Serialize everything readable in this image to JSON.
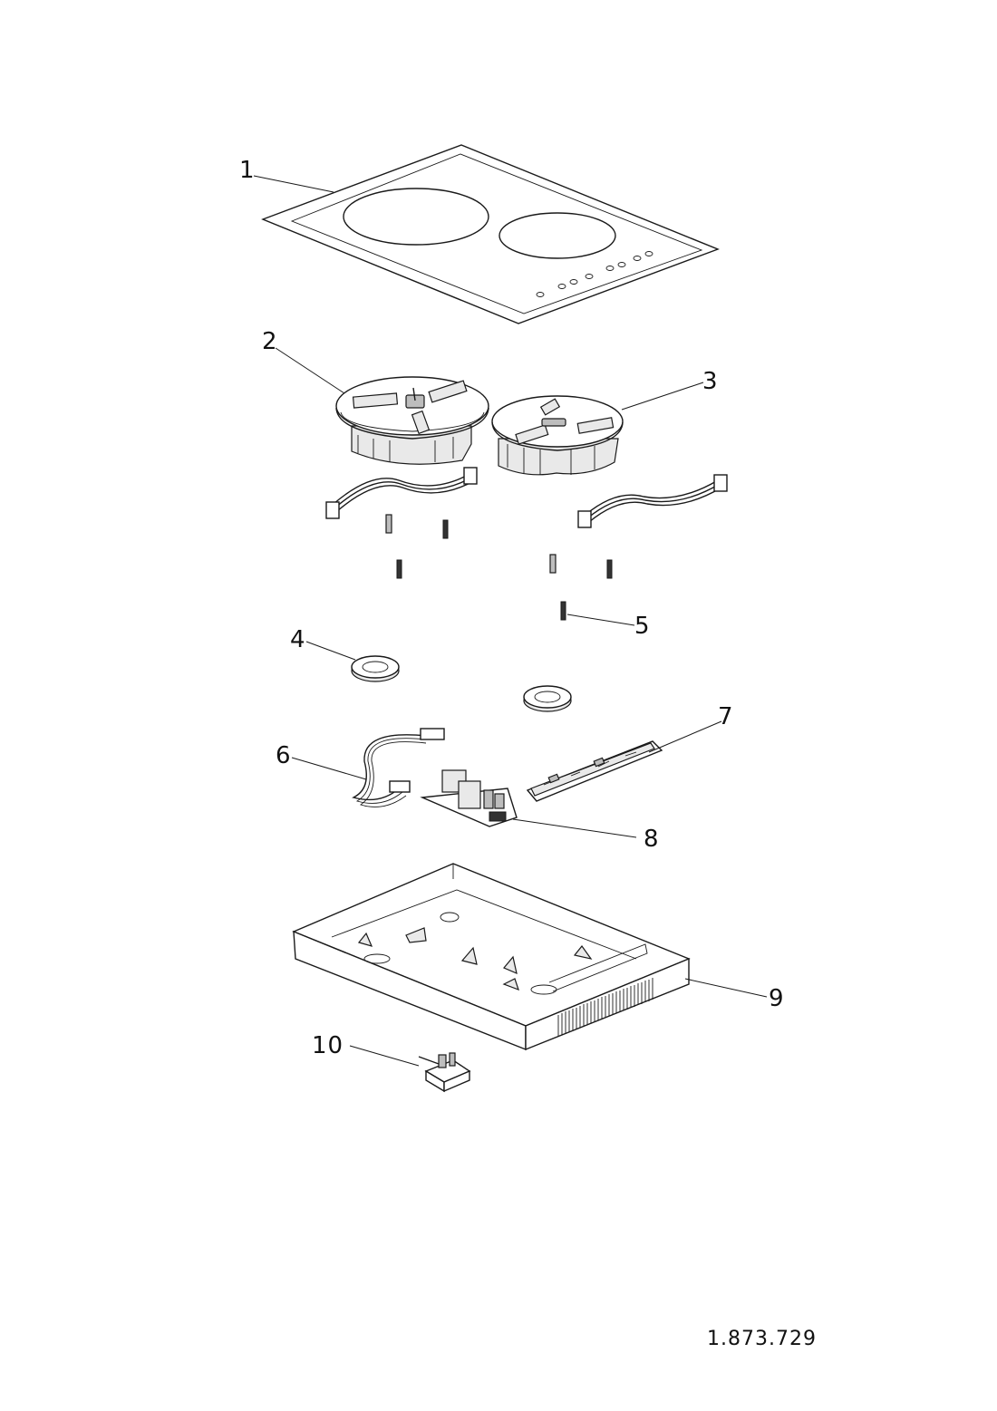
{
  "labels": {
    "p1": "1",
    "p2": "2",
    "p3": "3",
    "p4": "4",
    "p5": "5",
    "p6": "6",
    "p7": "7",
    "p8": "8",
    "p9": "9",
    "p10": "10"
  },
  "document_code": "1.873.729"
}
